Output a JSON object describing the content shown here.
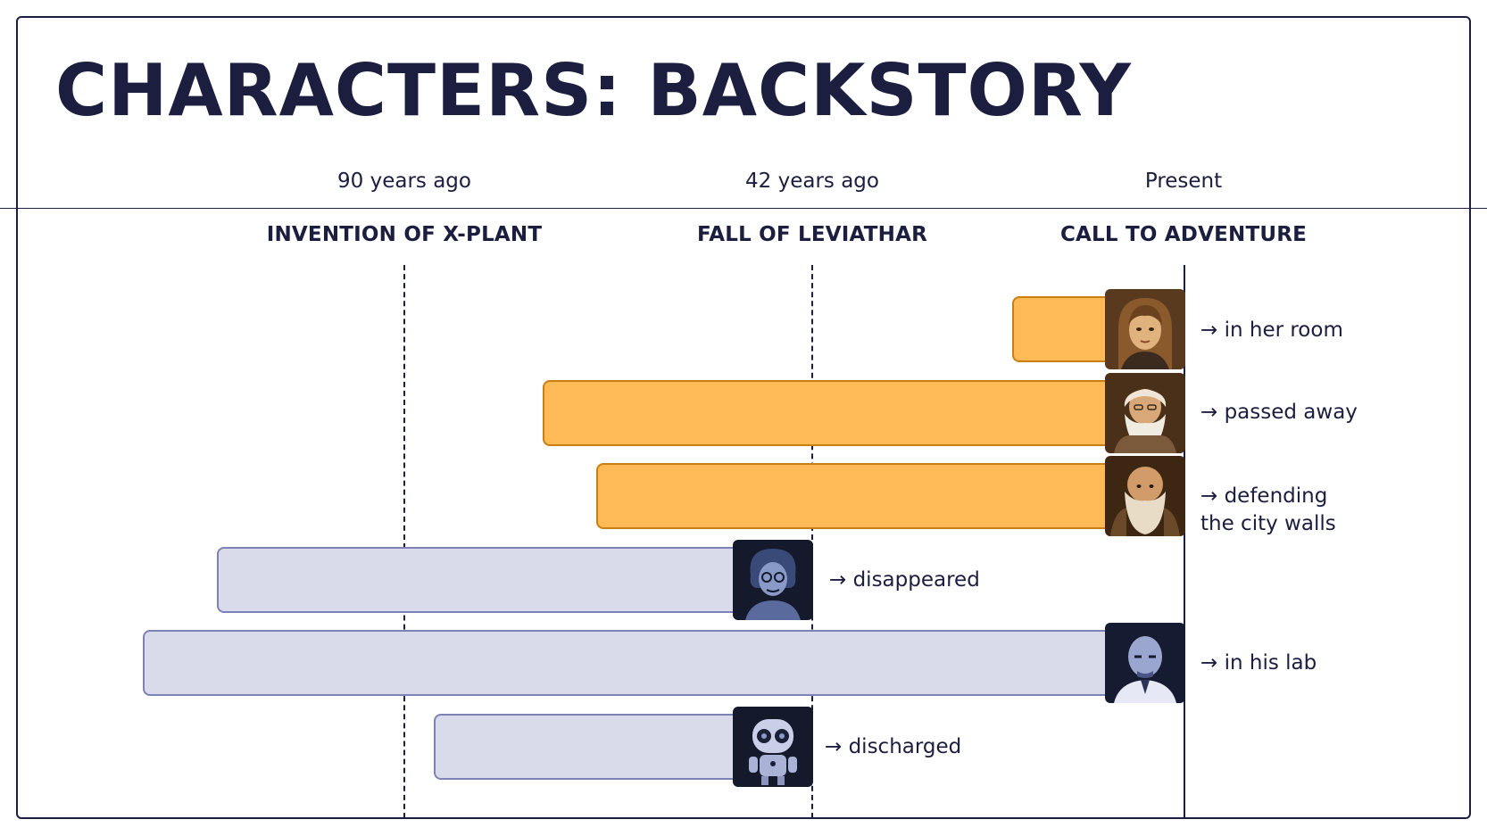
{
  "title": "CHARACTERS: BACKSTORY",
  "eras": [
    {
      "time": "90 years ago",
      "event": "INVENTION OF X-PLANT",
      "line": "dashed"
    },
    {
      "time": "42 years ago",
      "event": "FALL OF LEVIATHAR",
      "line": "dashed"
    },
    {
      "time": "Present",
      "event": "CALL TO ADVENTURE",
      "line": "solid"
    }
  ],
  "characters": [
    {
      "portrait_icon": "young-woman-portrait-icon",
      "tone": "warm",
      "outcome": "→ in her room"
    },
    {
      "portrait_icon": "bearded-old-man-portrait-icon",
      "tone": "warm",
      "outcome": "→ passed away"
    },
    {
      "portrait_icon": "bald-bearded-warrior-portrait-icon",
      "tone": "warm",
      "outcome_line1": "→ defending",
      "outcome_line2": "the city walls"
    },
    {
      "portrait_icon": "old-woman-glasses-portrait-icon",
      "tone": "cool",
      "outcome": "→ disappeared"
    },
    {
      "portrait_icon": "bald-scientist-portrait-icon",
      "tone": "cool",
      "outcome": "→ in his lab"
    },
    {
      "portrait_icon": "robot-portrait-icon",
      "tone": "cool",
      "outcome": "→ discharged"
    }
  ],
  "colors": {
    "ink": "#1b1e3f",
    "warm_fill": "#fdba57",
    "warm_border": "#c97f12",
    "cool_fill": "#d9dbeb",
    "cool_border": "#7d82b6"
  }
}
